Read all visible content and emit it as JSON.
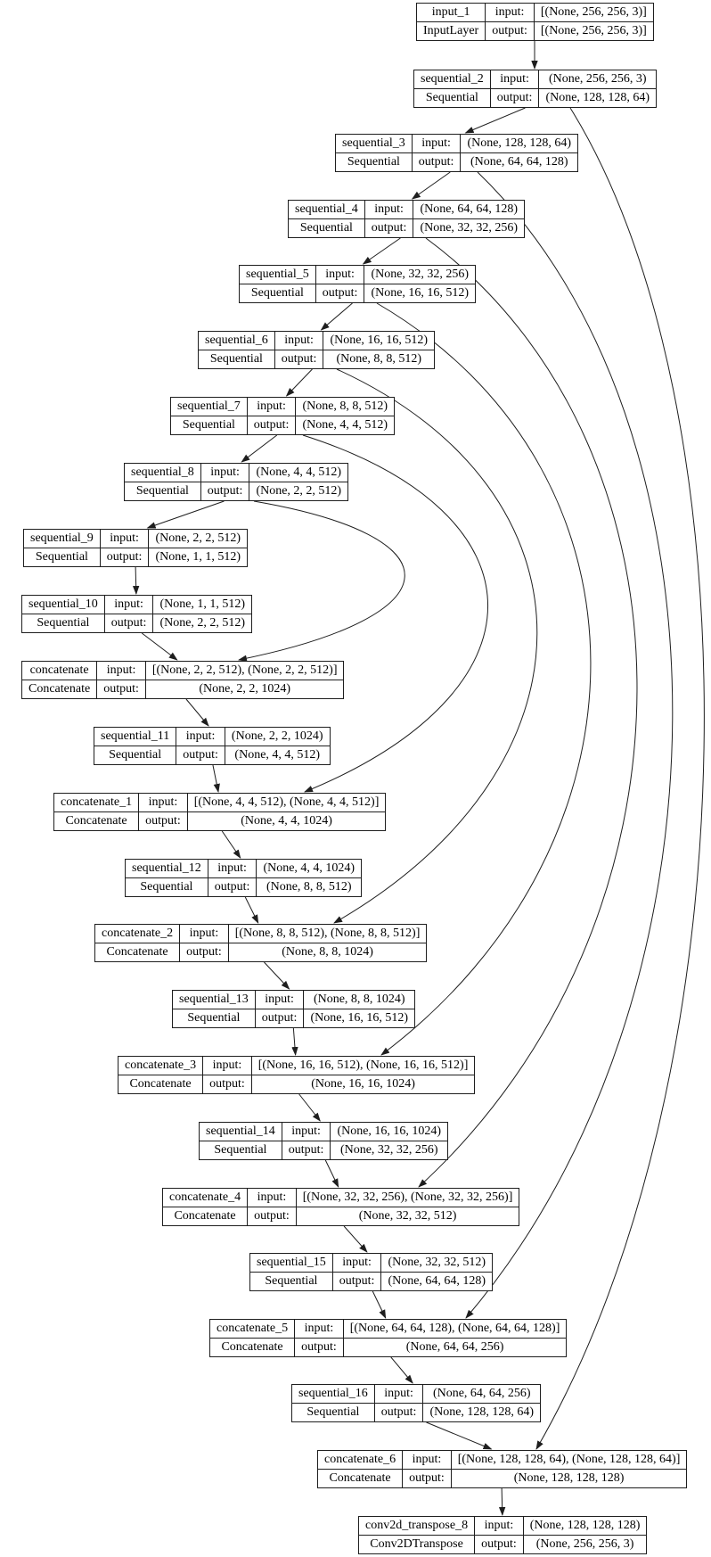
{
  "diagram": {
    "kind": "keras-model-architecture-graph",
    "labels": {
      "input": "input:",
      "output": "output:"
    },
    "colors": {
      "background": "#ffffff",
      "line": "#1e1e1e",
      "text": "#000000"
    },
    "nodes": [
      {
        "id": "input_1",
        "name": "input_1",
        "type": "InputLayer",
        "input_shape": "[(None, 256, 256, 3)]",
        "output_shape": "[(None, 256, 256, 3)]"
      },
      {
        "id": "sequential_2",
        "name": "sequential_2",
        "type": "Sequential",
        "input_shape": "(None, 256, 256, 3)",
        "output_shape": "(None, 128, 128, 64)"
      },
      {
        "id": "sequential_3",
        "name": "sequential_3",
        "type": "Sequential",
        "input_shape": "(None, 128, 128, 64)",
        "output_shape": "(None, 64, 64, 128)"
      },
      {
        "id": "sequential_4",
        "name": "sequential_4",
        "type": "Sequential",
        "input_shape": "(None, 64, 64, 128)",
        "output_shape": "(None, 32, 32, 256)"
      },
      {
        "id": "sequential_5",
        "name": "sequential_5",
        "type": "Sequential",
        "input_shape": "(None, 32, 32, 256)",
        "output_shape": "(None, 16, 16, 512)"
      },
      {
        "id": "sequential_6",
        "name": "sequential_6",
        "type": "Sequential",
        "input_shape": "(None, 16, 16, 512)",
        "output_shape": "(None, 8, 8, 512)"
      },
      {
        "id": "sequential_7",
        "name": "sequential_7",
        "type": "Sequential",
        "input_shape": "(None, 8, 8, 512)",
        "output_shape": "(None, 4, 4, 512)"
      },
      {
        "id": "sequential_8",
        "name": "sequential_8",
        "type": "Sequential",
        "input_shape": "(None, 4, 4, 512)",
        "output_shape": "(None, 2, 2, 512)"
      },
      {
        "id": "sequential_9",
        "name": "sequential_9",
        "type": "Sequential",
        "input_shape": "(None, 2, 2, 512)",
        "output_shape": "(None, 1, 1, 512)"
      },
      {
        "id": "sequential_10",
        "name": "sequential_10",
        "type": "Sequential",
        "input_shape": "(None, 1, 1, 512)",
        "output_shape": "(None, 2, 2, 512)"
      },
      {
        "id": "concatenate",
        "name": "concatenate",
        "type": "Concatenate",
        "input_shape": "[(None, 2, 2, 512), (None, 2, 2, 512)]",
        "output_shape": "(None, 2, 2, 1024)"
      },
      {
        "id": "sequential_11",
        "name": "sequential_11",
        "type": "Sequential",
        "input_shape": "(None, 2, 2, 1024)",
        "output_shape": "(None, 4, 4, 512)"
      },
      {
        "id": "concatenate_1",
        "name": "concatenate_1",
        "type": "Concatenate",
        "input_shape": "[(None, 4, 4, 512), (None, 4, 4, 512)]",
        "output_shape": "(None, 4, 4, 1024)"
      },
      {
        "id": "sequential_12",
        "name": "sequential_12",
        "type": "Sequential",
        "input_shape": "(None, 4, 4, 1024)",
        "output_shape": "(None, 8, 8, 512)"
      },
      {
        "id": "concatenate_2",
        "name": "concatenate_2",
        "type": "Concatenate",
        "input_shape": "[(None, 8, 8, 512), (None, 8, 8, 512)]",
        "output_shape": "(None, 8, 8, 1024)"
      },
      {
        "id": "sequential_13",
        "name": "sequential_13",
        "type": "Sequential",
        "input_shape": "(None, 8, 8, 1024)",
        "output_shape": "(None, 16, 16, 512)"
      },
      {
        "id": "concatenate_3",
        "name": "concatenate_3",
        "type": "Concatenate",
        "input_shape": "[(None, 16, 16, 512), (None, 16, 16, 512)]",
        "output_shape": "(None, 16, 16, 1024)"
      },
      {
        "id": "sequential_14",
        "name": "sequential_14",
        "type": "Sequential",
        "input_shape": "(None, 16, 16, 1024)",
        "output_shape": "(None, 32, 32, 256)"
      },
      {
        "id": "concatenate_4",
        "name": "concatenate_4",
        "type": "Concatenate",
        "input_shape": "[(None, 32, 32, 256), (None, 32, 32, 256)]",
        "output_shape": "(None, 32, 32, 512)"
      },
      {
        "id": "sequential_15",
        "name": "sequential_15",
        "type": "Sequential",
        "input_shape": "(None, 32, 32, 512)",
        "output_shape": "(None, 64, 64, 128)"
      },
      {
        "id": "concatenate_5",
        "name": "concatenate_5",
        "type": "Concatenate",
        "input_shape": "[(None, 64, 64, 128), (None, 64, 64, 128)]",
        "output_shape": "(None, 64, 64, 256)"
      },
      {
        "id": "sequential_16",
        "name": "sequential_16",
        "type": "Sequential",
        "input_shape": "(None, 64, 64, 256)",
        "output_shape": "(None, 128, 128, 64)"
      },
      {
        "id": "concatenate_6",
        "name": "concatenate_6",
        "type": "Concatenate",
        "input_shape": "[(None, 128, 128, 64), (None, 128, 128, 64)]",
        "output_shape": "(None, 128, 128, 128)"
      },
      {
        "id": "conv2d_transpose_8",
        "name": "conv2d_transpose_8",
        "type": "Conv2DTranspose",
        "input_shape": "(None, 128, 128, 128)",
        "output_shape": "(None, 256, 256, 3)"
      }
    ],
    "edges": [
      {
        "from": "input_1",
        "to": "sequential_2"
      },
      {
        "from": "sequential_2",
        "to": "sequential_3"
      },
      {
        "from": "sequential_3",
        "to": "sequential_4"
      },
      {
        "from": "sequential_4",
        "to": "sequential_5"
      },
      {
        "from": "sequential_5",
        "to": "sequential_6"
      },
      {
        "from": "sequential_6",
        "to": "sequential_7"
      },
      {
        "from": "sequential_7",
        "to": "sequential_8"
      },
      {
        "from": "sequential_8",
        "to": "sequential_9"
      },
      {
        "from": "sequential_9",
        "to": "sequential_10"
      },
      {
        "from": "sequential_10",
        "to": "concatenate"
      },
      {
        "from": "sequential_8",
        "to": "concatenate"
      },
      {
        "from": "concatenate",
        "to": "sequential_11"
      },
      {
        "from": "sequential_11",
        "to": "concatenate_1"
      },
      {
        "from": "sequential_7",
        "to": "concatenate_1"
      },
      {
        "from": "concatenate_1",
        "to": "sequential_12"
      },
      {
        "from": "sequential_12",
        "to": "concatenate_2"
      },
      {
        "from": "sequential_6",
        "to": "concatenate_2"
      },
      {
        "from": "concatenate_2",
        "to": "sequential_13"
      },
      {
        "from": "sequential_13",
        "to": "concatenate_3"
      },
      {
        "from": "sequential_5",
        "to": "concatenate_3"
      },
      {
        "from": "concatenate_3",
        "to": "sequential_14"
      },
      {
        "from": "sequential_14",
        "to": "concatenate_4"
      },
      {
        "from": "sequential_4",
        "to": "concatenate_4"
      },
      {
        "from": "concatenate_4",
        "to": "sequential_15"
      },
      {
        "from": "sequential_15",
        "to": "concatenate_5"
      },
      {
        "from": "sequential_3",
        "to": "concatenate_5"
      },
      {
        "from": "concatenate_5",
        "to": "sequential_16"
      },
      {
        "from": "sequential_16",
        "to": "concatenate_6"
      },
      {
        "from": "sequential_2",
        "to": "concatenate_6"
      },
      {
        "from": "concatenate_6",
        "to": "conv2d_transpose_8"
      }
    ]
  }
}
